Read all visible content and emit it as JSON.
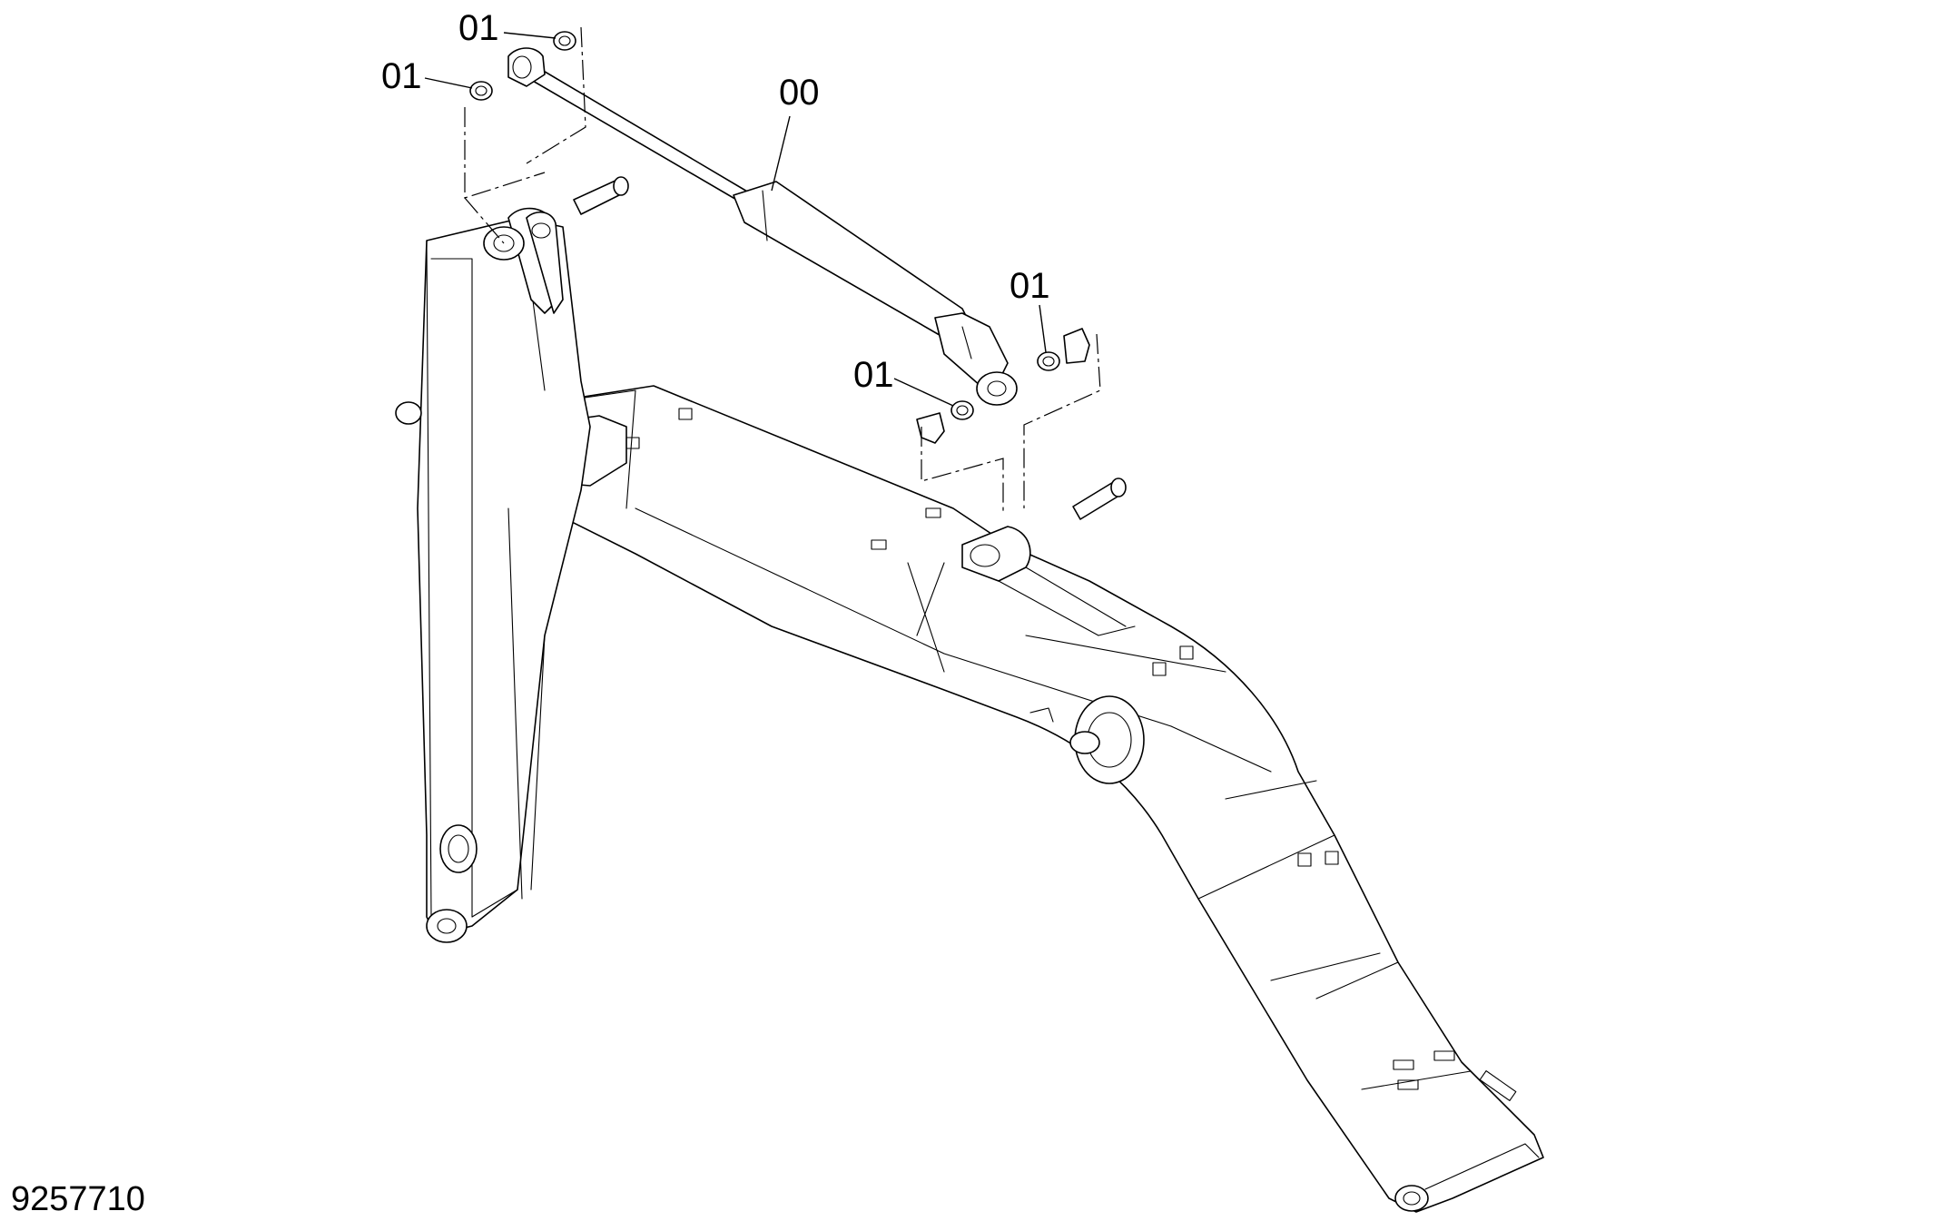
{
  "callouts": {
    "cylinder": "00",
    "part_a": "01",
    "part_b": "01",
    "part_c": "01",
    "part_d": "01"
  },
  "drawing_number": "9257710"
}
